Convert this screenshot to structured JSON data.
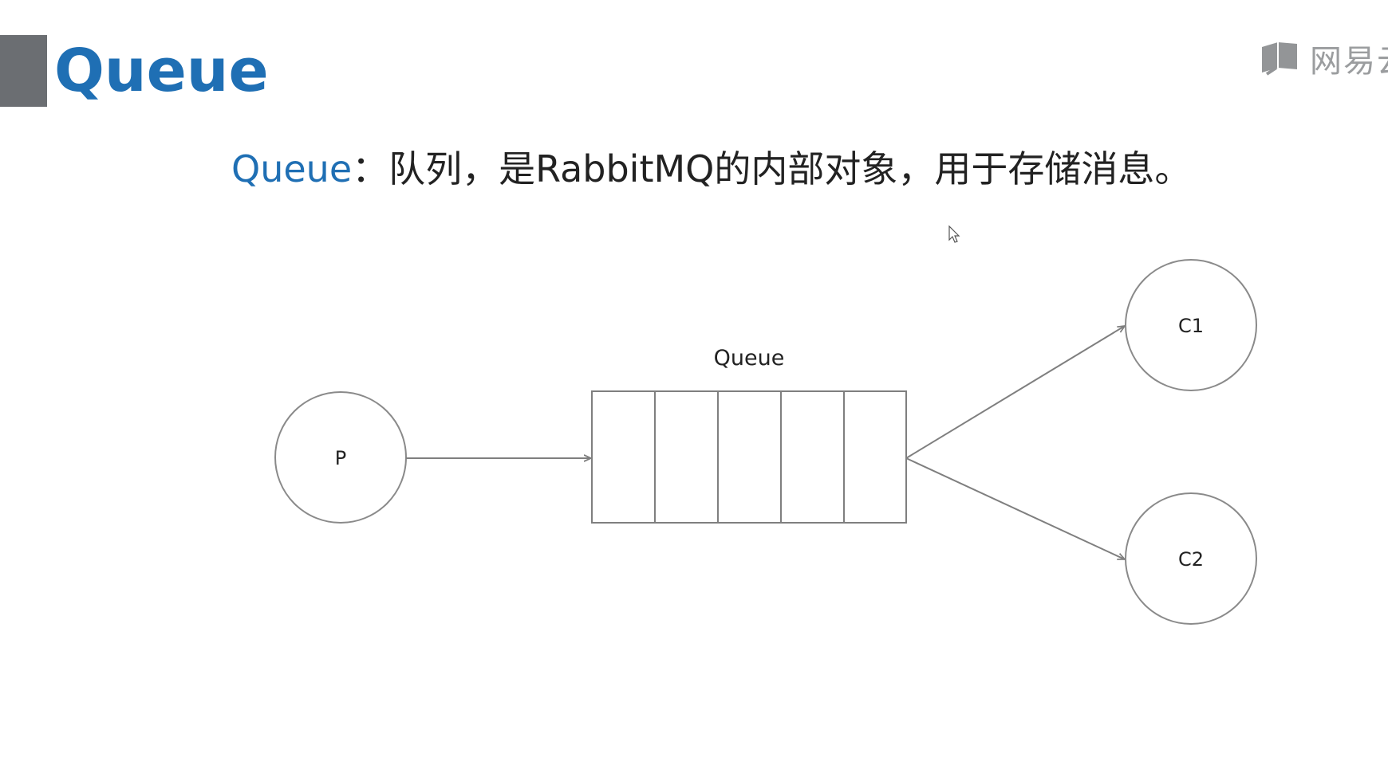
{
  "header": {
    "title": "Queue",
    "brand": "网易云"
  },
  "description": {
    "term": "Queue",
    "separator": "：",
    "text": "队列，是RabbitMQ的内部对象，用于存储消息。"
  },
  "diagram": {
    "producer": "P",
    "queue_label": "Queue",
    "queue_slots": 5,
    "consumers": [
      "C1",
      "C2"
    ]
  },
  "colors": {
    "accent": "#1f6fb4",
    "marker": "#6b6e72",
    "line": "#7f7f7f"
  }
}
